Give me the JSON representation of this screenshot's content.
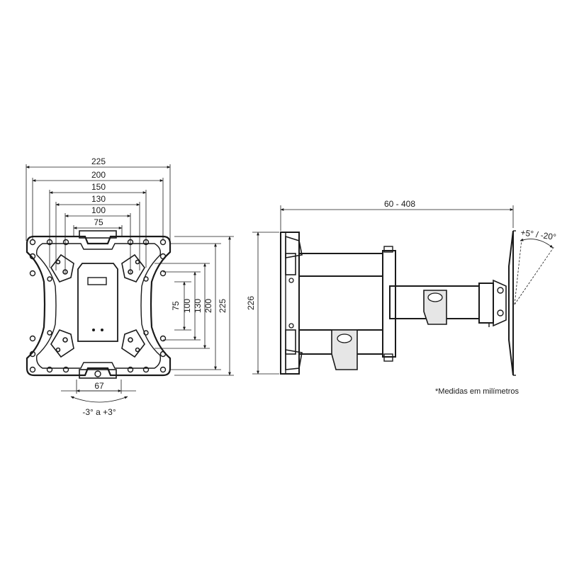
{
  "front_view": {
    "widths": [
      "225",
      "200",
      "150",
      "130",
      "100",
      "75"
    ],
    "heights": [
      "75",
      "100",
      "130",
      "200",
      "225"
    ],
    "bottom_width": "67",
    "rotation": "-3° a +3°"
  },
  "side_view": {
    "extension": "60 - 408",
    "height": "226",
    "tilt": "+5° / -20°"
  },
  "note": "*Medidas em milímetros",
  "colors": {
    "line": "#1a1a1a",
    "background": "#ffffff",
    "shade": "#e6e6e6"
  }
}
